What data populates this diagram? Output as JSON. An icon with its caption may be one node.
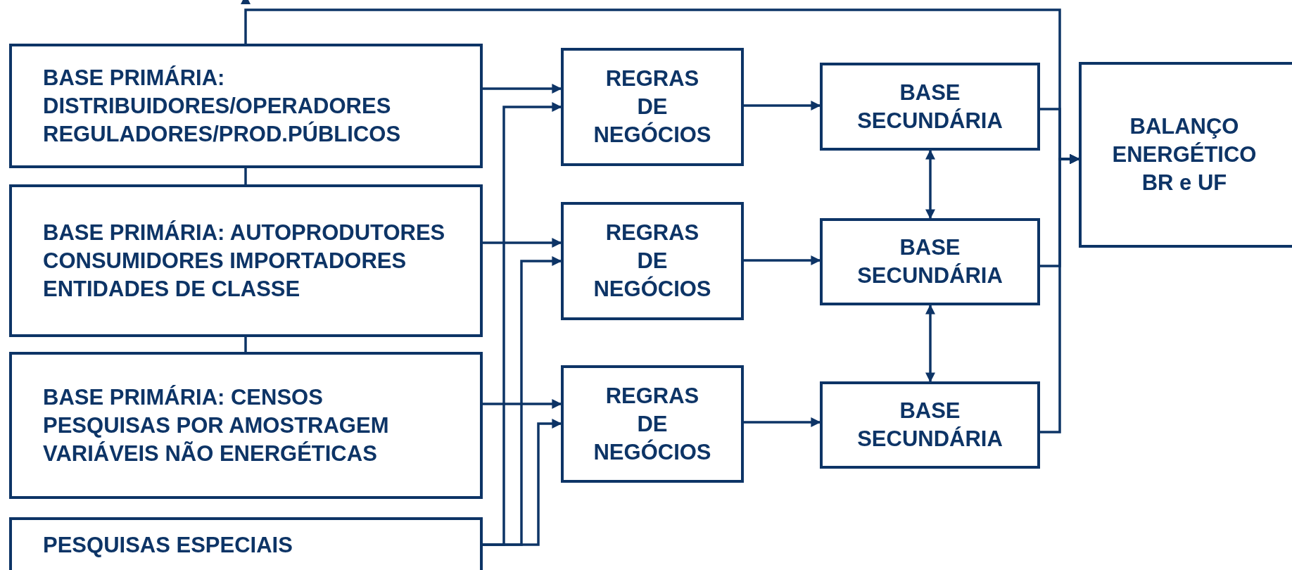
{
  "diagram": {
    "nodes": [
      {
        "text": [
          "BASE PRIMÁRIA: DISTRIBUIDORES/OPERADORES REGULADORES/PROD.PÚBLICOS"
        ]
      },
      {
        "text": [
          "BASE PRIMÁRIA: AUTOPRODUTORES CONSUMIDORES IMPORTADORES ENTIDADES DE CLASSE"
        ]
      },
      {
        "text": [
          "BASE PRIMÁRIA: CENSOS PESQUISAS POR AMOSTRAGEM VARIÁVEIS NÃO ENERGÉTICAS"
        ]
      },
      {
        "text": [
          "PESQUISAS ESPECIAIS"
        ]
      },
      {
        "text": [
          "REGRAS DE NEGÓCIOS"
        ]
      },
      {
        "text": [
          "REGRAS DE NEGÓCIOS"
        ]
      },
      {
        "text": [
          "REGRAS DE NEGÓCIOS"
        ]
      },
      {
        "text": [
          "BASE SECUNDÁRIA"
        ]
      },
      {
        "text": [
          "BASE SECUNDÁRIA"
        ]
      },
      {
        "text": [
          "BASE SECUNDÁRIA"
        ]
      },
      {
        "text": [
          "BALANÇO ENERGÉTICO BR e UF"
        ]
      }
    ],
    "edges": [
      {
        "from": 0,
        "to": 4,
        "arrow": "to"
      },
      {
        "from": 1,
        "to": 5,
        "arrow": "to"
      },
      {
        "from": 2,
        "to": 6,
        "arrow": "to"
      },
      {
        "from": 3,
        "to": 4,
        "arrow": "to"
      },
      {
        "from": 3,
        "to": 5,
        "arrow": "to"
      },
      {
        "from": 3,
        "to": 6,
        "arrow": "to"
      },
      {
        "from": 4,
        "to": 7,
        "arrow": "to"
      },
      {
        "from": 5,
        "to": 8,
        "arrow": "to"
      },
      {
        "from": 6,
        "to": 9,
        "arrow": "to"
      },
      {
        "from": 7,
        "to": 8,
        "arrow": "both"
      },
      {
        "from": 8,
        "to": 9,
        "arrow": "both"
      },
      {
        "from": 7,
        "to": 10,
        "arrow": "to"
      },
      {
        "from": 8,
        "to": 10,
        "arrow": "to"
      },
      {
        "from": 9,
        "to": 10,
        "arrow": "to"
      },
      {
        "from": 0,
        "to": 10,
        "arrow": "to"
      },
      {
        "from": 1,
        "to": 0,
        "arrow": "none"
      },
      {
        "from": 2,
        "to": 1,
        "arrow": "none"
      }
    ]
  }
}
